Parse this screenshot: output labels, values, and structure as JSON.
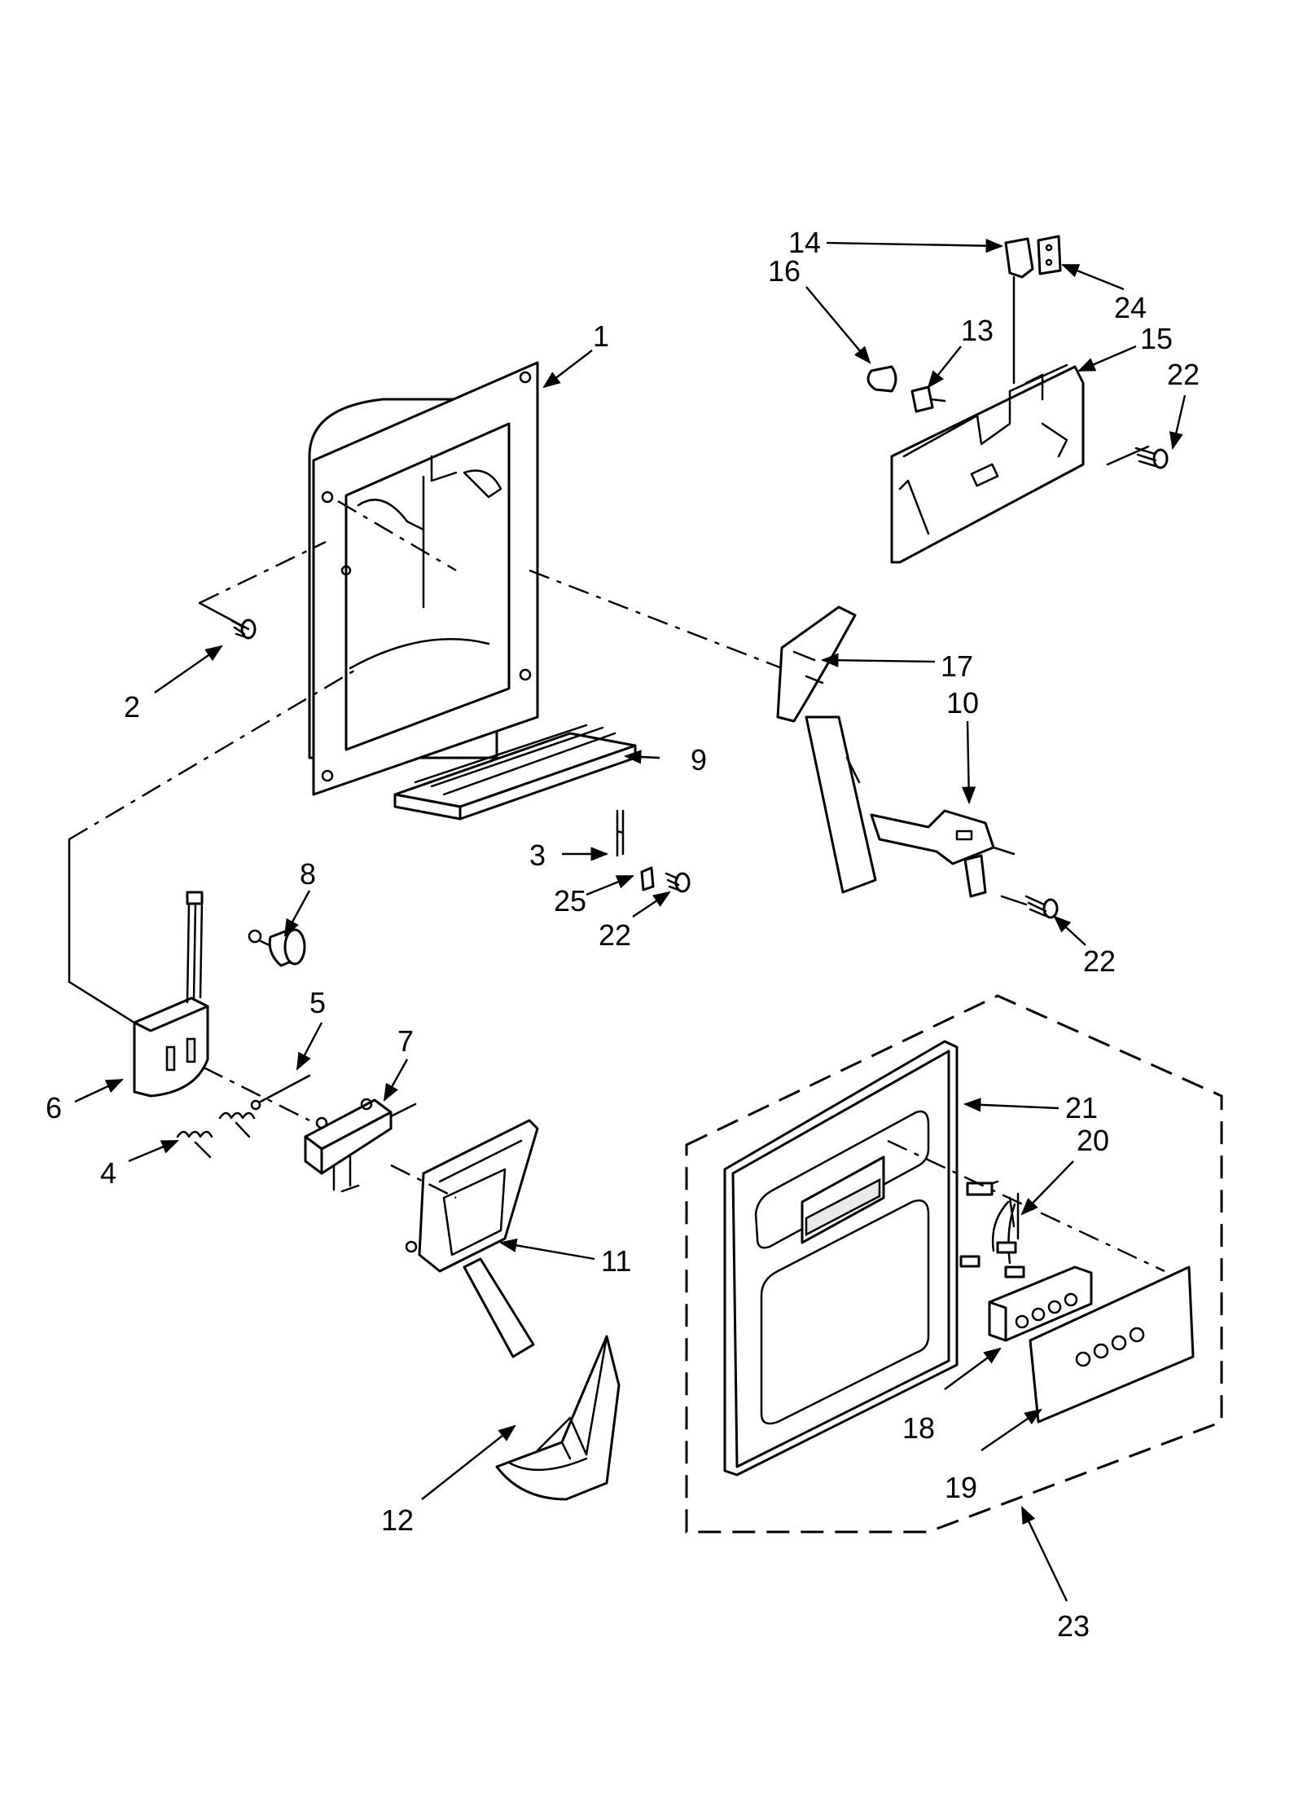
{
  "callouts": [
    {
      "id": "1",
      "label": "1"
    },
    {
      "id": "2",
      "label": "2"
    },
    {
      "id": "3",
      "label": "3"
    },
    {
      "id": "4",
      "label": "4"
    },
    {
      "id": "5",
      "label": "5"
    },
    {
      "id": "6",
      "label": "6"
    },
    {
      "id": "7",
      "label": "7"
    },
    {
      "id": "8",
      "label": "8"
    },
    {
      "id": "9",
      "label": "9"
    },
    {
      "id": "10",
      "label": "10"
    },
    {
      "id": "11",
      "label": "11"
    },
    {
      "id": "12",
      "label": "12"
    },
    {
      "id": "13",
      "label": "13"
    },
    {
      "id": "14",
      "label": "14"
    },
    {
      "id": "15",
      "label": "15"
    },
    {
      "id": "16",
      "label": "16"
    },
    {
      "id": "17",
      "label": "17"
    },
    {
      "id": "18",
      "label": "18"
    },
    {
      "id": "19",
      "label": "19"
    },
    {
      "id": "20",
      "label": "20"
    },
    {
      "id": "21",
      "label": "21"
    },
    {
      "id": "22a",
      "label": "22"
    },
    {
      "id": "22b",
      "label": "22"
    },
    {
      "id": "22c",
      "label": "22"
    },
    {
      "id": "23",
      "label": "23"
    },
    {
      "id": "24",
      "label": "24"
    },
    {
      "id": "25",
      "label": "25"
    }
  ]
}
